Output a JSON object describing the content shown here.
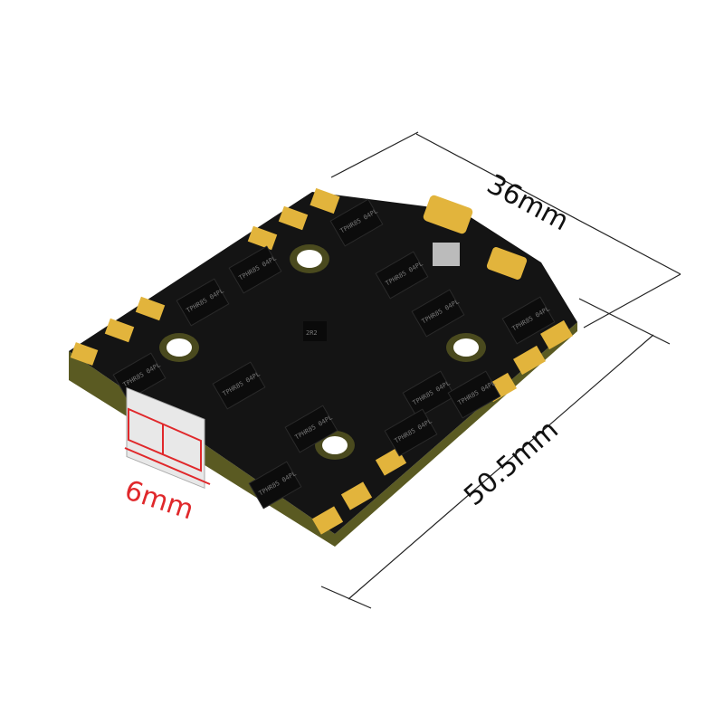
{
  "dimensions": {
    "width_label": "36mm",
    "length_label": "50.5mm",
    "connector_label": "6mm"
  },
  "components": {
    "mosfet_label": "TPHR85 04PL",
    "inductor_label": "2R2"
  },
  "colors": {
    "pcb": "#141414",
    "pcb_edge": "#4a4a1e",
    "pads": "#e2b43c",
    "connector_highlight": "#e0282b"
  }
}
